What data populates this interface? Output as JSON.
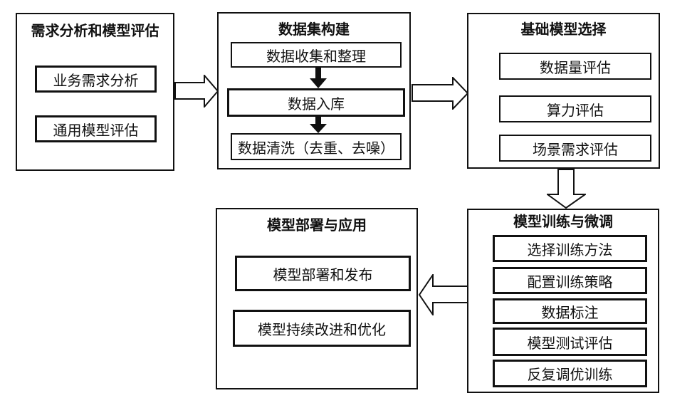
{
  "diagram": {
    "groups": [
      {
        "id": "requirements",
        "title": "需求分析和模型评估",
        "items": [
          "业务需求分析",
          "通用模型评估"
        ]
      },
      {
        "id": "dataset",
        "title": "数据集构建",
        "items": [
          "数据收集和整理",
          "数据入库",
          "数据清洗（去重、去噪）"
        ],
        "internal_flow": "sequential-down-arrows"
      },
      {
        "id": "base-model",
        "title": "基础模型选择",
        "items": [
          "数据量评估",
          "算力评估",
          "场景需求评估"
        ]
      },
      {
        "id": "training",
        "title": "模型训练与微调",
        "items": [
          "选择训练方法",
          "配置训练策略",
          "数据标注",
          "模型测试评估",
          "反复调优训练"
        ]
      },
      {
        "id": "deployment",
        "title": "模型部署与应用",
        "items": [
          "模型部署和发布",
          "模型持续改进和优化"
        ]
      }
    ],
    "flow": [
      {
        "from": "需求分析和模型评估",
        "to": "数据集构建",
        "direction": "right",
        "style": "hollow-arrow"
      },
      {
        "from": "数据集构建",
        "to": "基础模型选择",
        "direction": "right",
        "style": "hollow-arrow"
      },
      {
        "from": "基础模型选择",
        "to": "模型训练与微调",
        "direction": "down",
        "style": "hollow-arrow"
      },
      {
        "from": "模型训练与微调",
        "to": "模型部署与应用",
        "direction": "left",
        "style": "hollow-arrow"
      }
    ],
    "colors": {
      "line": "#111111",
      "background": "#ffffff",
      "text": "#111111"
    }
  }
}
